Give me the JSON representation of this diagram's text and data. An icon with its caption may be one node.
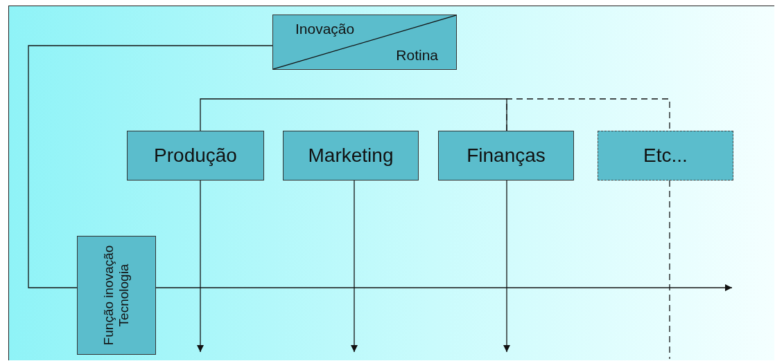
{
  "diagram": {
    "nodes": [
      {
        "text": [
          "Inovação",
          "Rotina"
        ]
      },
      {
        "text": [
          "Produção"
        ]
      },
      {
        "text": [
          "Marketing"
        ]
      },
      {
        "text": [
          "Finanças"
        ]
      },
      {
        "text": [
          "Etc..."
        ]
      },
      {
        "text": [
          "Função inovação Tecnologia"
        ]
      }
    ],
    "edges": [
      {
        "from": 0,
        "to": 5,
        "arrow": "none"
      },
      {
        "from": 5,
        "to": null,
        "arrow": "to"
      },
      {
        "from": 1,
        "to": 3,
        "arrow": "none"
      },
      {
        "from": 3,
        "to": 4,
        "arrow": "none",
        "style": "dashed"
      },
      {
        "from": 1,
        "to": null,
        "arrow": "to"
      },
      {
        "from": 2,
        "to": null,
        "arrow": "to"
      },
      {
        "from": 3,
        "to": null,
        "arrow": "to"
      },
      {
        "from": 4,
        "to": null,
        "arrow": "none",
        "style": "dashed"
      }
    ]
  }
}
